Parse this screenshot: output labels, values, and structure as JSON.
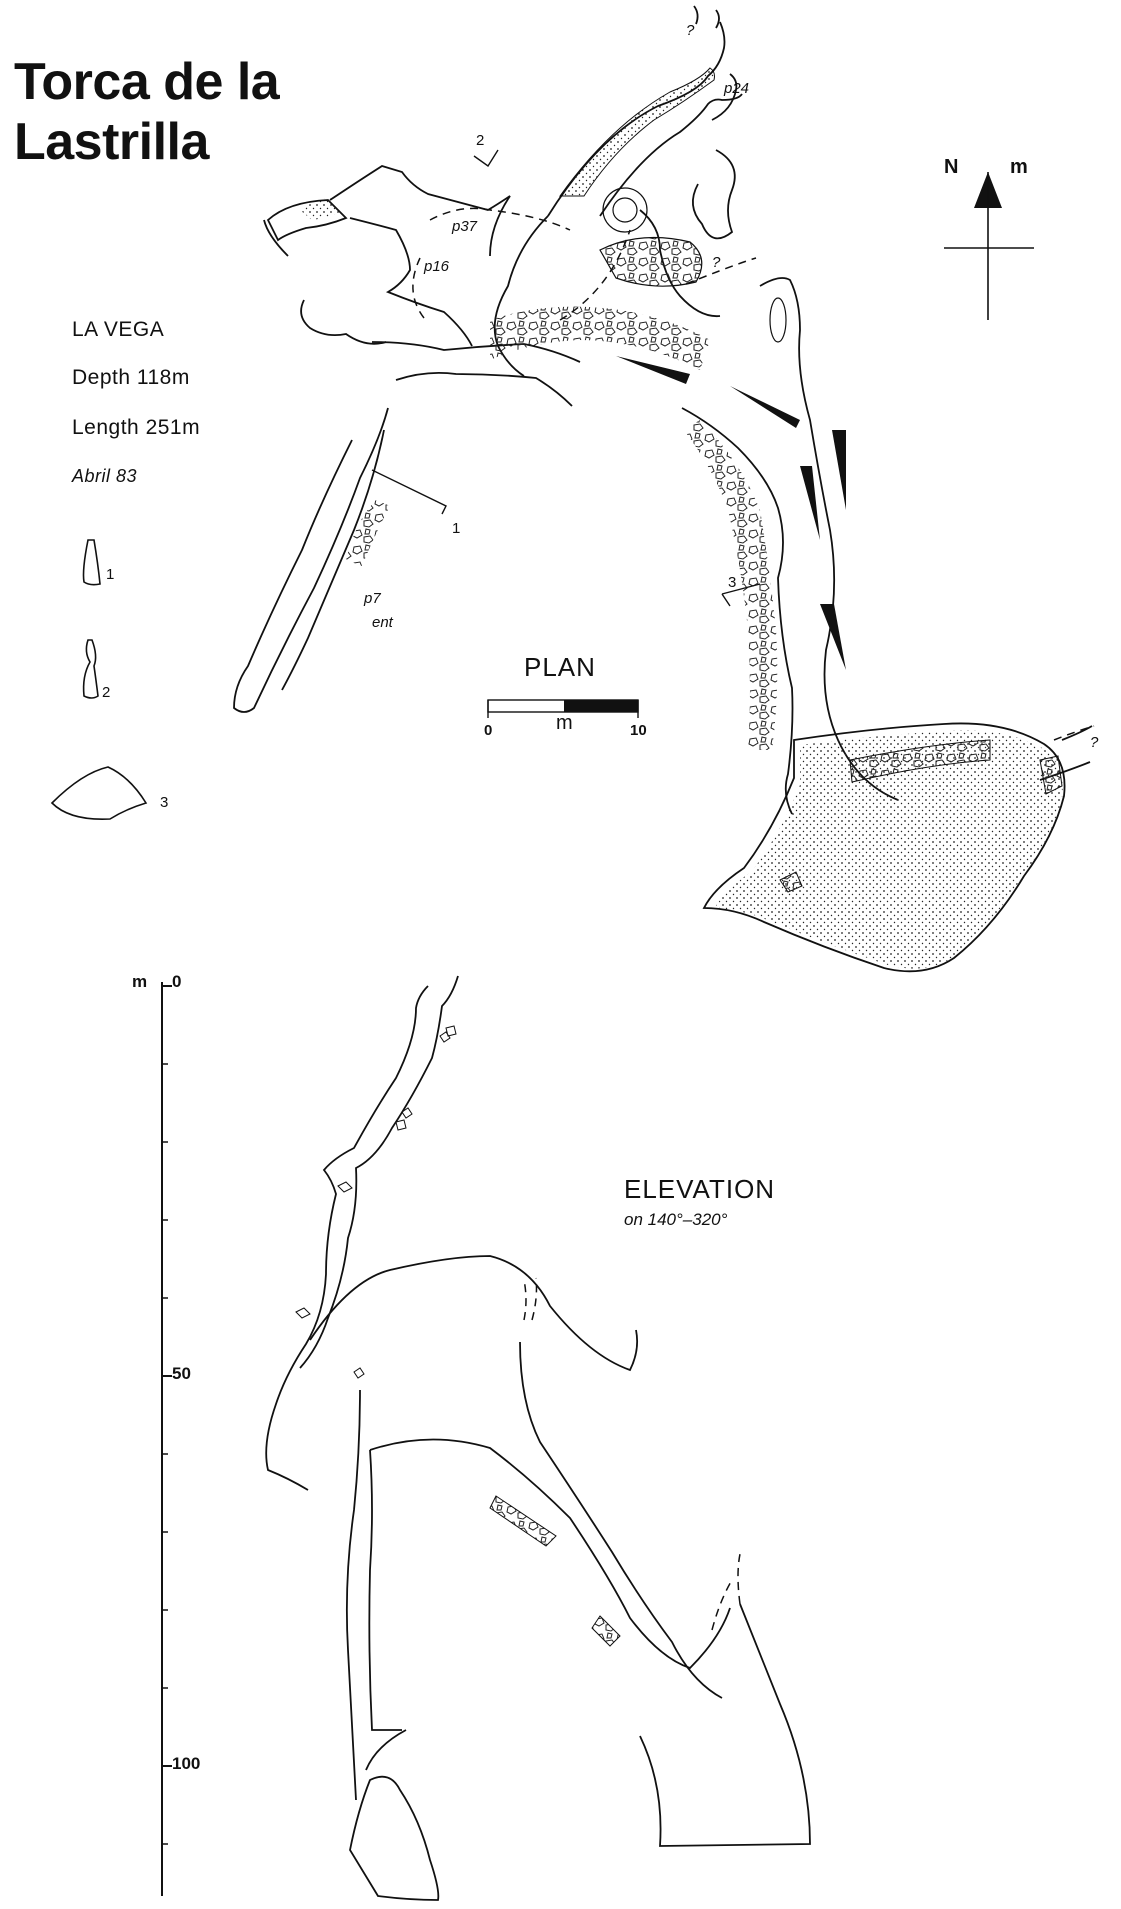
{
  "title": {
    "line1": "Torca de la",
    "line2": "Lastrilla"
  },
  "info": {
    "region": "LA VEGA",
    "depth": "Depth 118m",
    "length": "Length 251m",
    "date": "Abril 83"
  },
  "plan": {
    "heading": "PLAN",
    "labels": {
      "p24": "p24",
      "p37": "p37",
      "p16": "p16",
      "p7": "p7",
      "ent": "ent",
      "q1": "?",
      "q2": "?",
      "q3": "?",
      "sec1": "1",
      "sec2": "2",
      "sec3": "3"
    },
    "scale": {
      "start": "0",
      "unit": "m",
      "end": "10"
    },
    "north": {
      "letter": "N",
      "unit": "m"
    }
  },
  "sections": {
    "s1": "1",
    "s2": "2",
    "s3": "3"
  },
  "elevation": {
    "heading": "ELEVATION",
    "bearing": "on 140°–320°",
    "axis": {
      "unit": "m",
      "t0": "0",
      "t50": "50",
      "t100": "100"
    }
  }
}
